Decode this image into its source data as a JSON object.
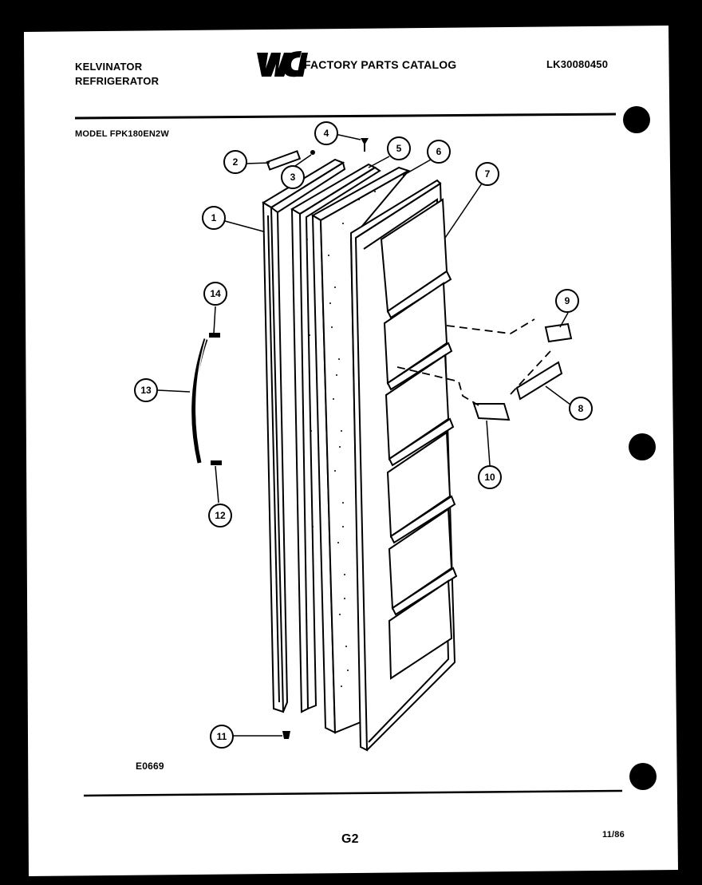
{
  "header": {
    "brand_line1": "KELVINATOR",
    "brand_line2": "REFRIGERATOR",
    "logo_text": "WCI",
    "catalog_title": "FACTORY PARTS CATALOG",
    "catalog_code": "LK30080450"
  },
  "model_line": "MODEL FPK180EN2W",
  "callouts": [
    "1",
    "2",
    "3",
    "4",
    "5",
    "6",
    "7",
    "8",
    "9",
    "10",
    "11",
    "12",
    "13",
    "14"
  ],
  "footer": {
    "diagram_code": "E0669",
    "page_label": "G2",
    "date_label": "11/86"
  },
  "colors": {
    "background": "#000000",
    "paper": "#ffffff",
    "ink": "#000000"
  }
}
